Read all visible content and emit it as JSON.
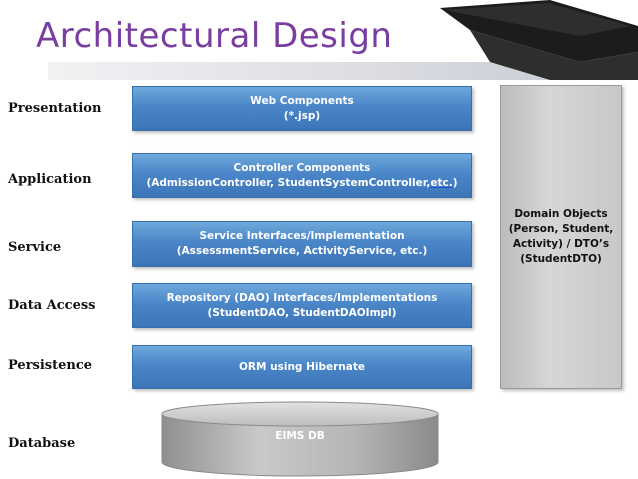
{
  "title": "Architectural Design",
  "layers": [
    {
      "label": "Presentation",
      "line1": "Web Components",
      "line2": "(*.jsp)"
    },
    {
      "label": "Application",
      "line1": "Controller Components",
      "line2": "(AdmissionController, StudentSystemController,",
      "line2_underlined": "etc.",
      "line2_tail": ")"
    },
    {
      "label": "Service",
      "line1": "Service Interfaces/Implementation",
      "line2": "(AssessmentService, ActivityService, etc.)"
    },
    {
      "label": "Data Access",
      "line1": "Repository (DAO) Interfaces/Implementations",
      "line2": "(StudentDAO, StudentDAOImpl)"
    },
    {
      "label": "Persistence",
      "line1": "ORM using Hibernate",
      "line2": ""
    }
  ],
  "database": {
    "label": "Database",
    "name": "EIMS DB"
  },
  "side_box": {
    "text": "Domain Objects (Person, Student, Activity) / DTO’s (StudentDTO)",
    "display": "Domain Objects\n(Person, Student,\nActivity) / DTO’s\n(StudentDTO)"
  },
  "colors": {
    "title": "#7a3ea0",
    "layer_box": "#4a86c8",
    "side_box": "#c8c8c8",
    "db": "#b0b0b0"
  },
  "icons": [
    "graduation-cap-icon",
    "database-cylinder-icon"
  ]
}
